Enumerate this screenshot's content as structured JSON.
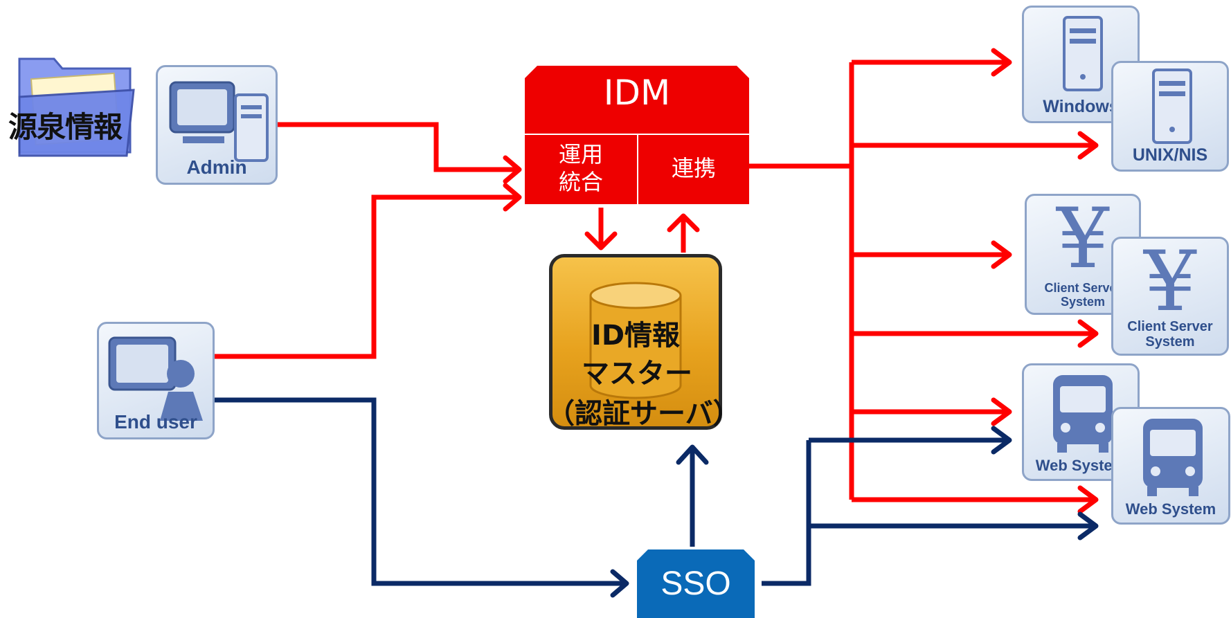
{
  "source_info": {
    "label": "源泉情報"
  },
  "actors": {
    "admin": "Admin",
    "end_user": "End user"
  },
  "idm": {
    "title": "IDM",
    "operation": "運用\n統合",
    "integration": "連携"
  },
  "master": {
    "line1": "ID情報",
    "line2": "マスター",
    "line3": "（認証サーバ）"
  },
  "sso": {
    "label": "SSO"
  },
  "targets": {
    "windows": "Windows",
    "unix": "UNIX/NIS",
    "client_server_back": "Client Server\nSystem",
    "client_server_front": "Client Server\nSystem",
    "web_back": "Web System",
    "web_front": "Web System"
  },
  "colors": {
    "idm_flow": "#ff0000",
    "sso_flow": "#0b2a66",
    "idm_box": "#ee0000",
    "sso_box": "#0a6ab8",
    "master_fill": "#e7a21e"
  }
}
